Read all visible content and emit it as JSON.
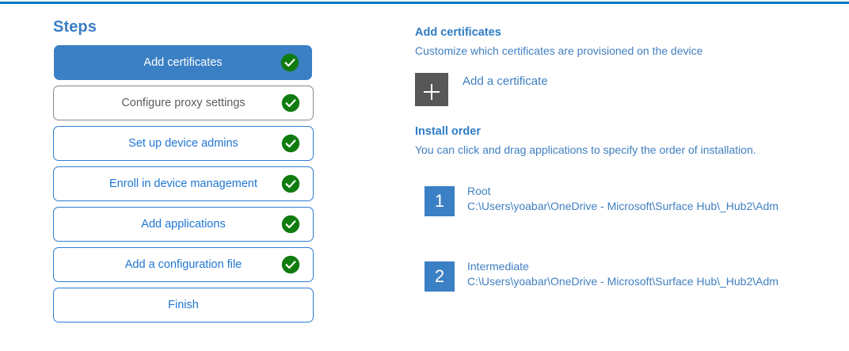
{
  "accent": {
    "rule_color": "#0078c8",
    "blue": "#3b7fc4",
    "link_blue": "#2077d2",
    "green": "#107c10",
    "grey_box": "#575757"
  },
  "steps_panel": {
    "title": "Steps",
    "items": [
      {
        "label": "Add certificates",
        "state": "active",
        "completed": true,
        "check_icon": "check-circle-icon"
      },
      {
        "label": "Configure proxy settings",
        "state": "muted",
        "completed": true,
        "check_icon": "check-circle-icon"
      },
      {
        "label": "Set up device admins",
        "state": "link",
        "completed": true,
        "check_icon": "check-circle-icon"
      },
      {
        "label": "Enroll in device management",
        "state": "link",
        "completed": true,
        "check_icon": "check-circle-icon"
      },
      {
        "label": "Add applications",
        "state": "link",
        "completed": true,
        "check_icon": "check-circle-icon"
      },
      {
        "label": "Add a configuration file",
        "state": "link",
        "completed": true,
        "check_icon": "check-circle-icon"
      },
      {
        "label": "Finish",
        "state": "link",
        "completed": false,
        "check_icon": ""
      }
    ]
  },
  "detail": {
    "certificates": {
      "heading": "Add certificates",
      "subtitle": "Customize which certificates are provisioned on the device",
      "add_label": "Add a certificate",
      "add_icon": "plus-icon"
    },
    "install_order": {
      "heading": "Install order",
      "subtitle": "You can click and drag applications to specify the order of installation.",
      "items": [
        {
          "number": "1",
          "name": "Root",
          "path": "C:\\Users\\yoabar\\OneDrive - Microsoft\\Surface Hub\\_Hub2\\Adm"
        },
        {
          "number": "2",
          "name": "Intermediate",
          "path": "C:\\Users\\yoabar\\OneDrive - Microsoft\\Surface Hub\\_Hub2\\Adm"
        }
      ]
    }
  }
}
